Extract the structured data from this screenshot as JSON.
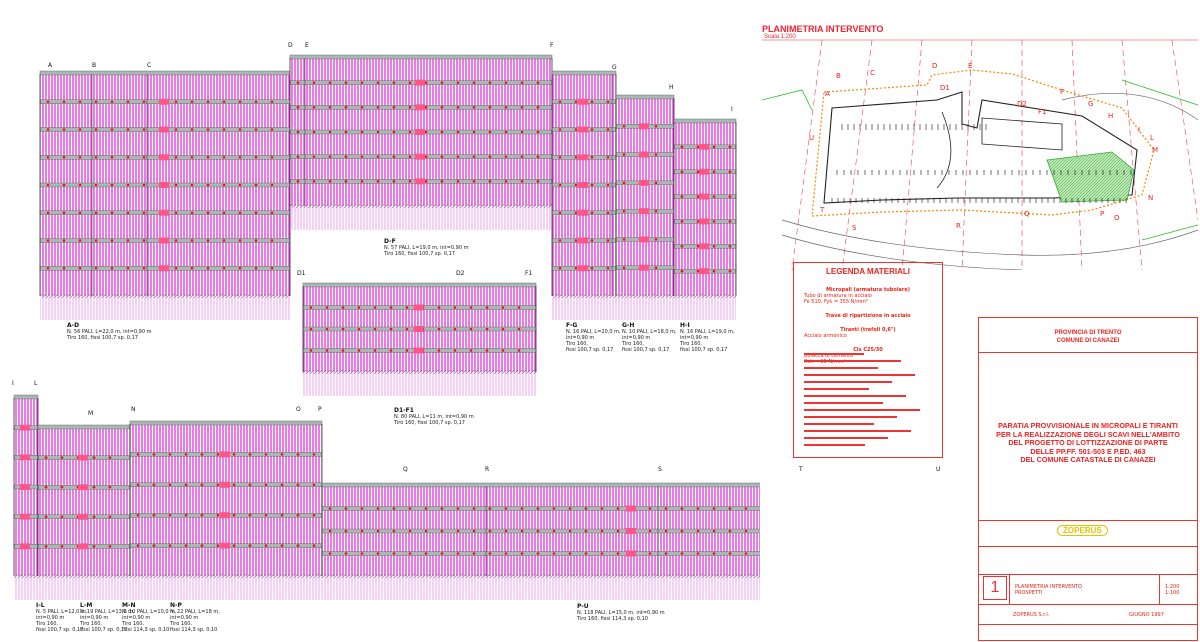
{
  "elevations": {
    "a_d": {
      "letters": [
        "A",
        "B",
        "C"
      ],
      "heading": "A-D",
      "caption": [
        "N. 56 PALI, L=22,0 m, int=0,90 m",
        "Tiro 160, fissi 100,7 sp. 0,17"
      ]
    },
    "d_f": {
      "letters": [
        "D",
        "E",
        "F"
      ],
      "heading": "D-F",
      "caption": [
        "N. 57 PALI, L=19,0 m, int=0,90 m",
        "Tiro 160, fissi 100,7 sp. 0,17"
      ]
    },
    "d1_f1": {
      "letters": [
        "D1",
        "D2",
        "F1"
      ],
      "heading": "D1-F1",
      "caption": [
        "N. 80 PALI, L=11 m, int=0,90 m",
        "Tiro 160, fissi 100,7 sp. 0,17"
      ]
    },
    "f_g": {
      "letters": [
        "G"
      ],
      "heading": "F-G",
      "caption": [
        "N. 16 PALI, L=20,0 m,",
        "int=0,90 m",
        "Tiro 160,",
        "fissi 100,7 sp. 0,17"
      ]
    },
    "g_h": {
      "letters": [
        "H"
      ],
      "heading": "G-H",
      "caption": [
        "N. 10 PALI, L=18,0 m,",
        "int=0,90 m",
        "Tiro 160,",
        "fissi 100,7 sp. 0,17"
      ]
    },
    "h_i": {
      "letters": [
        "I"
      ],
      "heading": "H-I",
      "caption": [
        "N. 16 PALI, L=19,0 m,",
        "int=0,90 m",
        "Tiro 160,",
        "fissi 100,7 sp. 0,17"
      ]
    },
    "i_l": {
      "letters": [
        "I",
        "L"
      ],
      "heading": "I-L",
      "caption": [
        "N. 5 PALI, L=12,0 m,",
        "int=0,90 m",
        "Tiro 160,",
        "fissi 100,7 sp. 0,17"
      ]
    },
    "l_m": {
      "letters": [
        "M"
      ],
      "heading": "L-M",
      "caption": [
        "N. 19 PALI, L=13,0 m,",
        "int=0,90 m",
        "Tiro 160,",
        "fissi 100,7 sp. 0,17"
      ]
    },
    "m_n": {
      "letters": [
        "N"
      ],
      "heading": "M-N",
      "caption": [
        "N. 10 PALI, L=10,0 m,",
        "int=0,90 m",
        "Tiro 160,",
        "fissi 114,3 sp. 0,10"
      ]
    },
    "n_p": {
      "letters": [
        "O",
        "P"
      ],
      "heading": "N-P",
      "caption": [
        "N. 22 PALI, L=18 m,",
        "int=0,90 m",
        "Tiro 160,",
        "fissi 114,3 sp. 0,10"
      ]
    },
    "p_u": {
      "letters": [
        "Q",
        "R",
        "S",
        "T",
        "U"
      ],
      "heading": "P-U",
      "caption": [
        "N. 118 PALI, L=15,0 m, int=0,90 m",
        "Tiro 160, fissi 114,3 sp. 0,10"
      ]
    }
  },
  "plan": {
    "title": "PLANIMETRIA INTERVENTO",
    "scale": "Scala 1:200",
    "points": [
      "A",
      "B",
      "C",
      "D",
      "D1",
      "D2",
      "E",
      "F",
      "F1",
      "G",
      "H",
      "I",
      "L",
      "M",
      "N",
      "O",
      "P",
      "Q",
      "R",
      "S",
      "T",
      "U"
    ]
  },
  "legend": {
    "title": "LEGENDA MATERIALI",
    "lines": [
      "Micropali (armatura tubolare)",
      "Tubo di armatura in acciaio",
      "Fe 510, Fyk = 355 N/mm²",
      "Trave di ripartizione in acciaio",
      "Tiranti (trefoli 0,6\")",
      "Acciaio armonico",
      "Cls C25/30",
      "Boiacca di cemento",
      "Rck = 25 N/mm²"
    ]
  },
  "titleblock": {
    "province": "PROVINCIA DI TRENTO",
    "comune": "COMUNE DI CANAZEI",
    "project": [
      "PARATIA PROVVISIONALE IN MICROPALI E TIRANTI",
      "PER LA REALIZZAZIONE DEGLI SCAVI NELL'AMBITO",
      "DEL PROGETTO DI LOTTIZZAZIONE DI PARTE",
      "DELLE PP.FF. 501-503 E P.ED. 463",
      "DEL COMUNE CATASTALE DI CANAZEI"
    ],
    "logo": "ZOPERUS",
    "sheet_number": "1",
    "sheet_title": [
      "PLANIMETRIA INTERVENTO",
      "PROSPETTI"
    ],
    "scales": [
      "1:200",
      "1:100"
    ],
    "company": "ZOPERUS S.r.l.",
    "date": "GIUGNO 1997"
  }
}
